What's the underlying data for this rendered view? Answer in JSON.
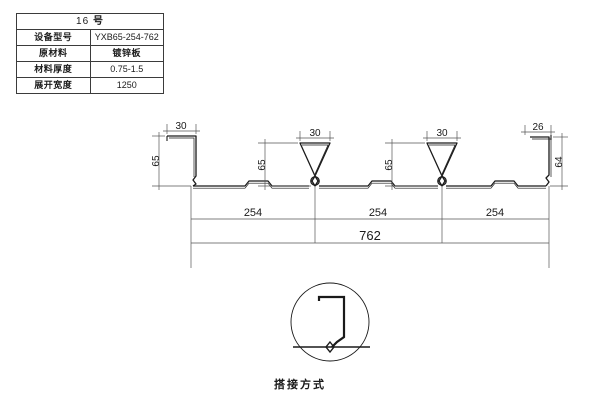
{
  "spec_table": {
    "title_number": "16",
    "title_unit": "号",
    "rows": [
      {
        "label": "设备型号",
        "value": "YXB65-254-762",
        "cjk": false
      },
      {
        "label": "原材料",
        "value": "镀锌板",
        "cjk": true
      },
      {
        "label": "材料厚度",
        "value": "0.75-1.5",
        "cjk": false
      },
      {
        "label": "展开宽度",
        "value": "1250",
        "cjk": false
      }
    ]
  },
  "profile": {
    "left_flange_width": "30",
    "left_height": "65",
    "rib1_width": "30",
    "rib1_height": "65",
    "rib2_width": "30",
    "rib2_height": "65",
    "right_flange_width": "26",
    "right_height": "64",
    "pitch_1": "254",
    "pitch_2": "254",
    "pitch_3": "254",
    "total_width": "762"
  },
  "detail": {
    "caption": "搭接方式"
  },
  "colors": {
    "line": "#1a1a1a",
    "thin_line": "#555555",
    "text": "#1a1a1a",
    "background": "#ffffff"
  }
}
